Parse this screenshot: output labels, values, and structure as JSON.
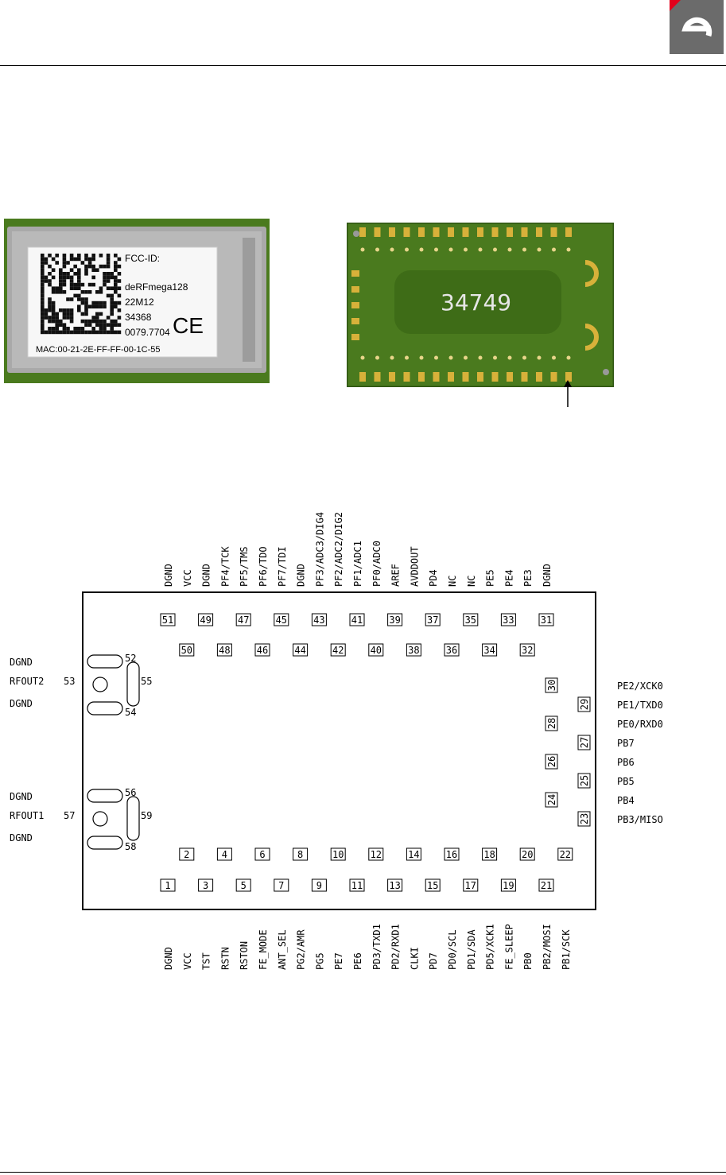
{
  "front_label": {
    "fcc": "FCC-ID:",
    "model": "deRFmega128",
    "code1": "22M12",
    "code2": "34368",
    "code3": "0079.7704",
    "ce": "CE",
    "mac": "MAC:00-21-2E-FF-FF-00-1C-55"
  },
  "back_label": {
    "number": "34749"
  },
  "top_pins": [
    {
      "n": "51",
      "s": "DGND"
    },
    {
      "n": "50",
      "s": "VCC"
    },
    {
      "n": "49",
      "s": "DGND"
    },
    {
      "n": "48",
      "s": "PF4/TCK"
    },
    {
      "n": "47",
      "s": "PF5/TMS"
    },
    {
      "n": "46",
      "s": "PF6/TDO"
    },
    {
      "n": "45",
      "s": "PF7/TDI"
    },
    {
      "n": "44",
      "s": "DGND"
    },
    {
      "n": "43",
      "s": "PF3/ADC3/DIG4"
    },
    {
      "n": "42",
      "s": "PF2/ADC2/DIG2"
    },
    {
      "n": "41",
      "s": "PF1/ADC1"
    },
    {
      "n": "40",
      "s": "PF0/ADC0"
    },
    {
      "n": "39",
      "s": "AREF"
    },
    {
      "n": "38",
      "s": "AVDDOUT"
    },
    {
      "n": "37",
      "s": "PD4"
    },
    {
      "n": "36",
      "s": "NC"
    },
    {
      "n": "35",
      "s": "NC"
    },
    {
      "n": "34",
      "s": "PE5"
    },
    {
      "n": "33",
      "s": "PE4"
    },
    {
      "n": "32",
      "s": "PE3"
    },
    {
      "n": "31",
      "s": "DGND"
    }
  ],
  "bottom_pins": [
    {
      "n": "1",
      "s": "DGND"
    },
    {
      "n": "2",
      "s": "VCC"
    },
    {
      "n": "3",
      "s": "TST"
    },
    {
      "n": "4",
      "s": "RSTN"
    },
    {
      "n": "5",
      "s": "RSTON"
    },
    {
      "n": "6",
      "s": "FE_MODE"
    },
    {
      "n": "7",
      "s": "ANT_SEL"
    },
    {
      "n": "8",
      "s": "PG2/AMR"
    },
    {
      "n": "9",
      "s": "PG5"
    },
    {
      "n": "10",
      "s": "PE7"
    },
    {
      "n": "11",
      "s": "PE6"
    },
    {
      "n": "12",
      "s": "PD3/TXD1"
    },
    {
      "n": "13",
      "s": "PD2/RXD1"
    },
    {
      "n": "14",
      "s": "CLKI"
    },
    {
      "n": "15",
      "s": "PD7"
    },
    {
      "n": "16",
      "s": "PD0/SCL"
    },
    {
      "n": "17",
      "s": "PD1/SDA"
    },
    {
      "n": "18",
      "s": "PD5/XCK1"
    },
    {
      "n": "19",
      "s": "FE_SLEEP"
    },
    {
      "n": "20",
      "s": "PB0"
    },
    {
      "n": "21",
      "s": "PB2/MOSI"
    },
    {
      "n": "22",
      "s": "PB1/SCK"
    }
  ],
  "right_pins": [
    {
      "n": "30",
      "s": "PE2/XCK0"
    },
    {
      "n": "29",
      "s": "PE1/TXD0"
    },
    {
      "n": "28",
      "s": "PE0/RXD0"
    },
    {
      "n": "27",
      "s": "PB7"
    },
    {
      "n": "26",
      "s": "PB6"
    },
    {
      "n": "25",
      "s": "PB5"
    },
    {
      "n": "24",
      "s": "PB4"
    },
    {
      "n": "23",
      "s": "PB3/MISO"
    }
  ],
  "rf_groups": [
    {
      "top_n": "52",
      "mid_n": "53",
      "side_n": "55",
      "bot_n": "54",
      "top_s": "DGND",
      "mid_s": "RFOUT2",
      "bot_s": "DGND"
    },
    {
      "top_n": "56",
      "mid_n": "57",
      "side_n": "59",
      "bot_n": "58",
      "top_s": "DGND",
      "mid_s": "RFOUT1",
      "bot_s": "DGND"
    }
  ],
  "colors": {
    "pcb_green": "#4a7a1e",
    "pad_gold": "#d8b13a",
    "logo_gray": "#6b6b6b",
    "logo_red": "#e3001b",
    "shield": "#a9a9a9"
  }
}
